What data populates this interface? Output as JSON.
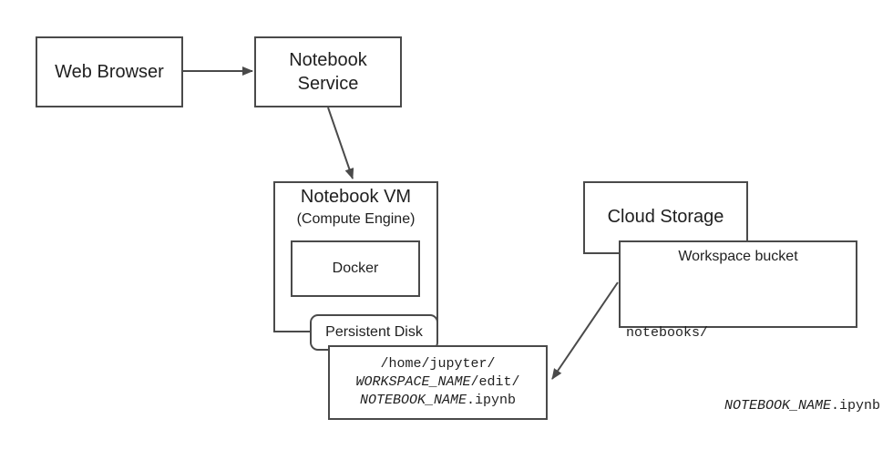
{
  "diagram": {
    "web_browser": "Web Browser",
    "notebook_service": {
      "line1": "Notebook",
      "line2": "Service"
    },
    "notebook_vm": {
      "title": "Notebook VM",
      "subtitle": "(Compute Engine)"
    },
    "docker": "Docker",
    "persistent_disk": "Persistent Disk",
    "disk_path": {
      "line1": "/home/jupyter/",
      "line2_var": "WORKSPACE_NAME",
      "line2_rest": "/edit/",
      "line3_var": "NOTEBOOK_NAME",
      "line3_rest": ".ipynb"
    },
    "cloud_storage": "Cloud Storage",
    "workspace_bucket": {
      "title": "Workspace bucket",
      "line1": "notebooks/",
      "line2_var": "NOTEBOOK_NAME",
      "line2_rest": ".ipynb"
    },
    "colors": {
      "stroke": "#4a4a4a",
      "text": "#1f1f1f",
      "background": "#ffffff"
    }
  }
}
